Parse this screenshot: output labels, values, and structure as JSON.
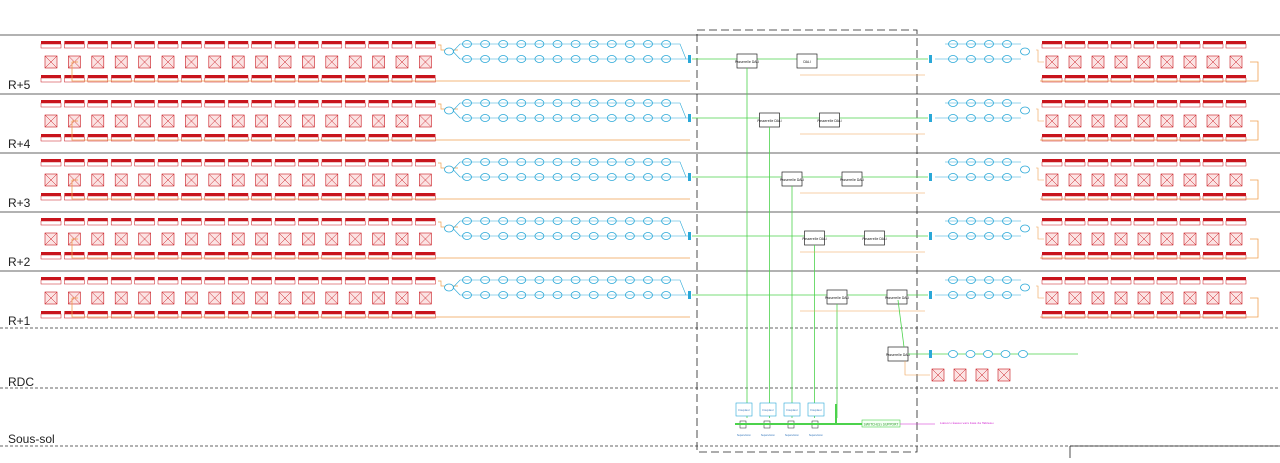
{
  "floors": [
    {
      "key": "r5",
      "label": "R+5",
      "left_red": 17,
      "left_blue": 12,
      "right_blue": 4,
      "right_red": 9,
      "dali_a": "Passerelle DALI",
      "dali_b": "DALI"
    },
    {
      "key": "r4",
      "label": "R+4",
      "left_red": 17,
      "left_blue": 12,
      "right_blue": 4,
      "right_red": 9,
      "dali_a": "Passerelle DALI",
      "dali_b": "Passerelle DALI"
    },
    {
      "key": "r3",
      "label": "R+3",
      "left_red": 17,
      "left_blue": 12,
      "right_blue": 4,
      "right_red": 9,
      "dali_a": "Passerelle DALI",
      "dali_b": "Passerelle DALI"
    },
    {
      "key": "r2",
      "label": "R+2",
      "left_red": 17,
      "left_blue": 12,
      "right_blue": 4,
      "right_red": 9,
      "dali_a": "Passerelle DALI",
      "dali_b": "Passerelle DALI"
    },
    {
      "key": "r1",
      "label": "R+1",
      "left_red": 17,
      "left_blue": 12,
      "right_blue": 4,
      "right_red": 9,
      "dali_a": "Passerelle DALI",
      "dali_b": "Passerelle DALI"
    }
  ],
  "rdc": {
    "label": "RDC",
    "dali": "Passerelle DALI",
    "blue_count": 5,
    "red_count": 4
  },
  "soussol": {
    "label": "Sous-sol",
    "switch_label": "SWITCH(S) SUPPORT",
    "note": "Liaison réseau vers baie de Tableau",
    "cab_label": "Coupleur",
    "unit_label": "Supervision"
  },
  "colors": {
    "red": "#c8141c",
    "blue": "#2aa8d8",
    "green": "#4cd24c",
    "orange": "#f0a050",
    "magenta": "#d020d0"
  }
}
